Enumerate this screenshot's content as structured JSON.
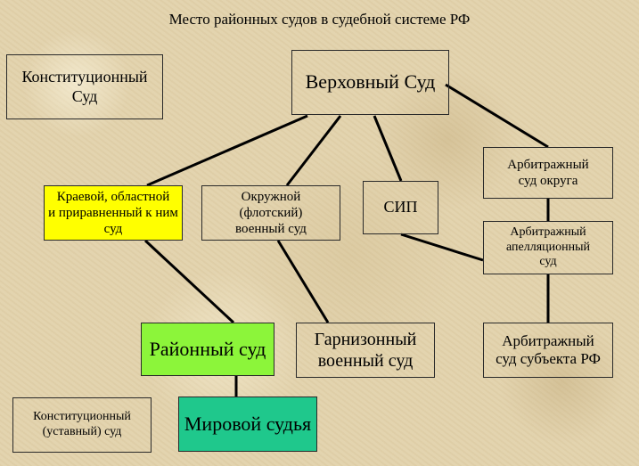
{
  "title": "Место районных судов в судебной системе РФ",
  "colors": {
    "yellow": "#ffff00",
    "light_green": "#8cf53a",
    "teal_green": "#1fc88c",
    "line": "#000000"
  },
  "nodes": {
    "constitutional_court": "Конституционный\nСуд",
    "supreme_court": "Верховный Суд",
    "regional_court": "Краевой, областной\nи приравненный к ним\nсуд",
    "district_military_court": "Окружной\n(флотский)\nвоенный суд",
    "sip": "СИП",
    "arbitration_district": "Арбитражный\nсуд округа",
    "arbitration_appeal": "Арбитражный\nапелляционный\nсуд",
    "district_court": "Районный суд",
    "garrison_court": "Гарнизонный\nвоенный суд",
    "arbitration_subject": "Арбитражный\nсуд субъекта РФ",
    "constitutional_charter_court": "Конституционный\n(уставный) суд",
    "magistrate": "Мировой судья"
  },
  "edges": [
    [
      "supreme_court",
      "regional_court"
    ],
    [
      "supreme_court",
      "district_military_court"
    ],
    [
      "supreme_court",
      "sip"
    ],
    [
      "supreme_court",
      "arbitration_district"
    ],
    [
      "arbitration_district",
      "arbitration_appeal"
    ],
    [
      "sip",
      "arbitration_appeal"
    ],
    [
      "arbitration_appeal",
      "arbitration_subject"
    ],
    [
      "regional_court",
      "district_court"
    ],
    [
      "district_military_court",
      "garrison_court"
    ],
    [
      "district_court",
      "magistrate"
    ]
  ]
}
